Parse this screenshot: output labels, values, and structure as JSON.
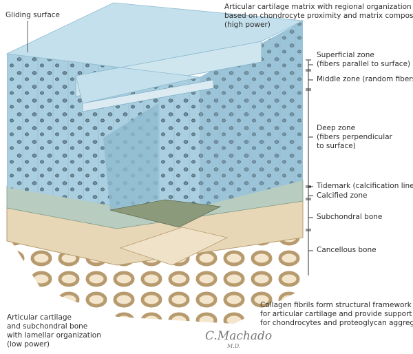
{
  "title": "Articular cartilage matrix with regional organization based on chondrocyte proximity and matrix composition (high power)",
  "title_lines": [
    "Articular cartilage matrix with regional organization",
    "based on chondrocyte proximity and matrix composition",
    "(high power)"
  ],
  "gliding_surface": "Gliding surface",
  "zones": [
    {
      "lines": [
        "Superficial zone",
        "(fibers parallel to surface)"
      ]
    },
    {
      "lines": [
        "Middle zone (random fibers)"
      ]
    },
    {
      "lines": [
        "Deep zone",
        "(fibers perpendicular",
        "to surface)"
      ]
    },
    {
      "lines": [
        "Tidemark (calcification line)"
      ]
    },
    {
      "lines": [
        "Calcified zone"
      ]
    },
    {
      "lines": [
        "Subchondral bone"
      ]
    },
    {
      "lines": [
        "Cancellous bone"
      ]
    }
  ],
  "bottom_left_lines": [
    "Articular cartilage",
    "and subchondral bone",
    "with lamellar organization",
    "(low power)"
  ],
  "bottom_right_lines": [
    "Collagen fibrils form structural framework",
    "for articular cartilage and provide support",
    "for chondrocytes and proteoglycan aggregates"
  ],
  "signature": "C.Machado",
  "signature_suffix": "M.D.",
  "colors": {
    "cartilage": "#a9cfe0",
    "cartilage_dark": "#7fb0c8",
    "bone": "#e8d7b6",
    "bone_dark": "#c9ae82",
    "calcified": "#a7b79a"
  }
}
